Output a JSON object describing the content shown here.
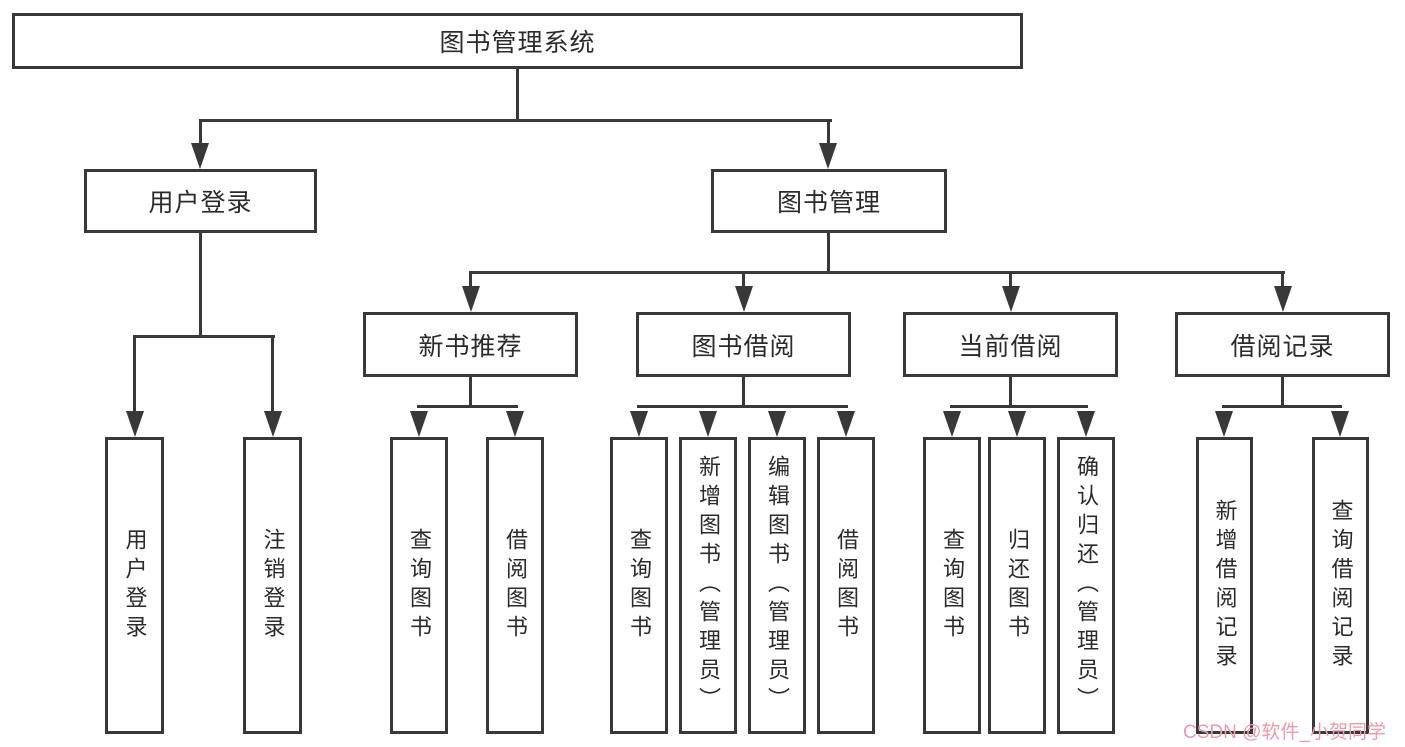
{
  "diagram": {
    "root": {
      "label": "图书管理系统"
    },
    "level1": [
      {
        "label": "用户登录"
      },
      {
        "label": "图书管理"
      }
    ],
    "level2": [
      {
        "label": "新书推荐"
      },
      {
        "label": "图书借阅"
      },
      {
        "label": "当前借阅"
      },
      {
        "label": "借阅记录"
      }
    ],
    "leaves": {
      "user_login": [
        "用户登录",
        "注销登录"
      ],
      "new_book": [
        "查询图书",
        "借阅图书"
      ],
      "book_borrow": [
        "查询图书",
        "新增图书（管理员）",
        "编辑图书（管理员）",
        "借阅图书"
      ],
      "current_borrow": [
        "查询图书",
        "归还图书",
        "确认归还（管理员）"
      ],
      "borrow_records": [
        "新增借阅记录",
        "查询借阅记录"
      ]
    },
    "watermark": "CSDN @软件_小贺同学",
    "colors": {
      "line": "#383838",
      "text": "#2b2b2b",
      "watermark": "#ef9aa9",
      "background": "#ffffff"
    }
  }
}
